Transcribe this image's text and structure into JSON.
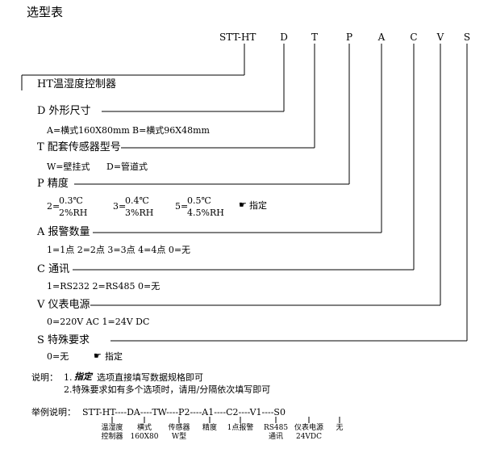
{
  "title": "选型表",
  "header_codes": {
    "prefix": "STT-HT",
    "letters": [
      "D",
      "T",
      "P",
      "A",
      "C",
      "V",
      "S"
    ]
  },
  "rows": {
    "ht": "HT温湿度控制器",
    "d": {
      "label": "D 外形尺寸",
      "opt1": "A=横式160X80mm",
      "opt2": "B=横式96X48mm"
    },
    "t": {
      "label": "T 配套传感器型号",
      "opt1": "W=壁挂式",
      "opt2": "D=管道式"
    },
    "p": {
      "label": "P 精度",
      "g1": {
        "key": "2=",
        "line1": "0.3℃",
        "line2": "2%RH"
      },
      "g2": {
        "key": "3=",
        "line1": "0.4℃",
        "line2": "3%RH"
      },
      "g3": {
        "key": "5=",
        "line1": "0.5℃",
        "line2": "4.5%RH"
      },
      "custom_icon": "pointing-hand-icon",
      "custom": "指定"
    },
    "a": {
      "label": "A 报警数量",
      "opts": "1=1点  2=2点  3=3点  4=4点  0=无"
    },
    "c": {
      "label": "C 通讯",
      "opts": "1=RS232  2=RS485  0=无"
    },
    "v": {
      "label": "V 仪表电源",
      "opts": "0=220V AC  1=24V DC"
    },
    "s": {
      "label": "S 特殊要求",
      "opt1": "0=无",
      "custom_icon": "pointing-hand-icon",
      "custom": "指定"
    }
  },
  "notes": {
    "prefix": "说明：",
    "item1_num": "1.",
    "item1_em": "指定",
    "item1_rest": " 选项直接填写数据规格即可",
    "item2": "2.特殊要求如有多个选项时，请用/分隔依次填写即可"
  },
  "example": {
    "prefix": "举例说明：",
    "code": "STT-HT----DA----TW----P2----A1----C2----V1----S0",
    "labels": [
      "温湿度\n控制器",
      "横式\n160X80",
      "传感器\nW型",
      "精度",
      "1点报警",
      "RS485\n通讯",
      "仪表电源\n24VDC",
      "无"
    ]
  }
}
